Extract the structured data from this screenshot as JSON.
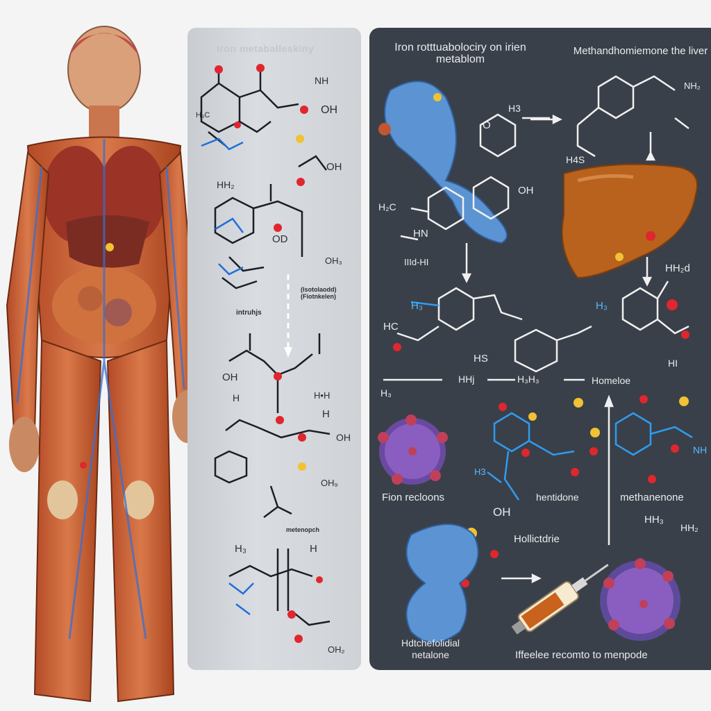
{
  "middle_panel": {
    "title": "Iron metaballeskiny",
    "labels": {
      "nh": "NH",
      "oh_top": "OH",
      "h3c_top": "H₃C",
      "oh_2": "OH",
      "hh2": "HH₂",
      "od": "OD",
      "oh3": "OH₃",
      "annot": "(Isotolaodd) (Fiotnkelen)",
      "intruhjs": "intruhjs",
      "oh_mid": "OH",
      "h_mid": "H",
      "hh": "H•H",
      "h_low": "H",
      "oh_low": "OH",
      "oh9": "OH₉",
      "menopch": "metenopch",
      "h3_bottom": "H₃",
      "h_bottom": "H",
      "oh2_bottom": "OH₂"
    }
  },
  "right_panel": {
    "title_left": "Iron rotttuabolociry on irien metablom",
    "title_right": "Methandhomiemone the liver",
    "labels": {
      "h3_top": "H3",
      "o_top": "O",
      "oh_right": "OH",
      "h2c": "H₂C",
      "nh2": "NH₂",
      "h4s": "H4S",
      "hn": "HN",
      "hd_hi": "IIId-HI",
      "h3_mid": "H₃",
      "h3_liver": "H₃",
      "hhd": "HH₂d",
      "hc": "HC",
      "hs": "HS",
      "hi": "HI",
      "hhj": "HHj",
      "hb": "H₃H₃",
      "homeloe": "Homeloe",
      "h2_left": "H₃",
      "nh_far": "NH",
      "fion": "Fion recloons",
      "hentidone": "hentidone",
      "methanenone": "methanenone",
      "h3_cluster": "H3",
      "oh_cluster": "OH",
      "hollictdrie": "Hollictdrie",
      "hh3": "HH₃",
      "hh2b": "HH₂",
      "hdtchef": "Hdtchefolidial netalone",
      "iffelee": "Iffeelee recomto to menpode"
    }
  }
}
